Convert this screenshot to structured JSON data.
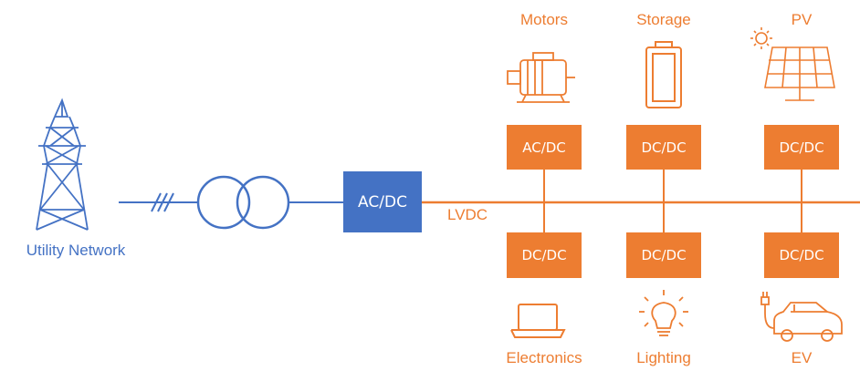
{
  "colors": {
    "lvdc": "#ed7d31",
    "grid": "#4472c4",
    "box_text": "#ffffff"
  },
  "grid_side": {
    "utility_label": "Utility Network",
    "main_converter": "AC/DC",
    "icons": [
      "transmission-tower-icon",
      "three-phase-icon",
      "transformer-icon"
    ]
  },
  "bus": {
    "label": "LVDC"
  },
  "top_row": [
    {
      "label": "Motors",
      "converter": "AC/DC",
      "icon": "motor-icon"
    },
    {
      "label": "Storage",
      "converter": "DC/DC",
      "icon": "battery-icon"
    },
    {
      "label": "PV",
      "converter": "DC/DC",
      "icon": "solar-panel-icon"
    }
  ],
  "bottom_row": [
    {
      "label": "Electronics",
      "converter": "DC/DC",
      "icon": "laptop-icon"
    },
    {
      "label": "Lighting",
      "converter": "DC/DC",
      "icon": "light-bulb-icon"
    },
    {
      "label": "EV",
      "converter": "DC/DC",
      "icon": "electric-car-icon"
    }
  ]
}
